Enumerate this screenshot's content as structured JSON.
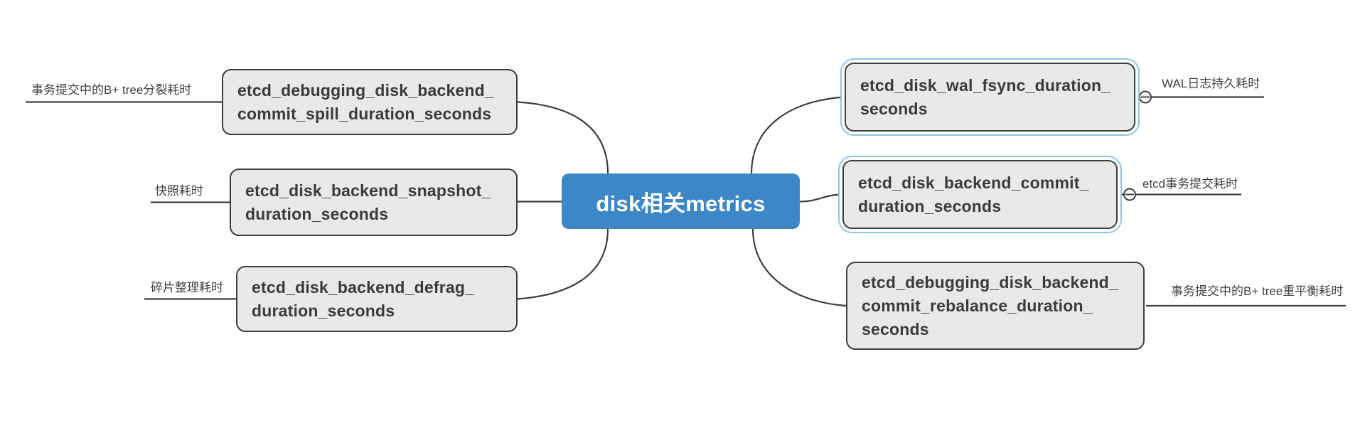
{
  "root": {
    "label": "disk相关metrics"
  },
  "left": [
    {
      "metric": "etcd_debugging_disk_backend_commit_spill_duration_seconds",
      "lines": [
        "etcd_debugging_disk_backend_",
        "commit_spill_duration_seconds"
      ],
      "annotation": "事务提交中的B+ tree分裂耗时",
      "selected": false
    },
    {
      "metric": "etcd_disk_backend_snapshot_duration_seconds",
      "lines": [
        "etcd_disk_backend_snapshot_",
        "duration_seconds"
      ],
      "annotation": "快照耗时",
      "selected": false
    },
    {
      "metric": "etcd_disk_backend_defrag_duration_seconds",
      "lines": [
        "etcd_disk_backend_defrag_",
        "duration_seconds"
      ],
      "annotation": "碎片整理耗时",
      "selected": false
    }
  ],
  "right": [
    {
      "metric": "etcd_disk_wal_fsync_duration_seconds",
      "lines": [
        "etcd_disk_wal_fsync_duration_",
        "seconds"
      ],
      "annotation": "WAL日志持久耗时",
      "selected": true,
      "collapse_indicator": "minus"
    },
    {
      "metric": "etcd_disk_backend_commit_duration_seconds",
      "lines": [
        "etcd_disk_backend_commit_",
        "duration_seconds"
      ],
      "annotation": "etcd事务提交耗时",
      "selected": true,
      "collapse_indicator": "minus"
    },
    {
      "metric": "etcd_debugging_disk_backend_commit_rebalance_duration_seconds",
      "lines": [
        "etcd_debugging_disk_backend_",
        "commit_rebalance_duration_",
        "seconds"
      ],
      "annotation": "事务提交中的B+ tree重平衡耗时",
      "selected": false
    }
  ],
  "colors": {
    "root_fill": "#3c87c6",
    "node_fill": "#e9e9e9",
    "node_border": "#3f3f3f",
    "line": "#3f3f3f",
    "selection": "#8ac6ee",
    "text": "#3b3b3b",
    "root_text": "#ffffff",
    "label_text": "#424242"
  }
}
